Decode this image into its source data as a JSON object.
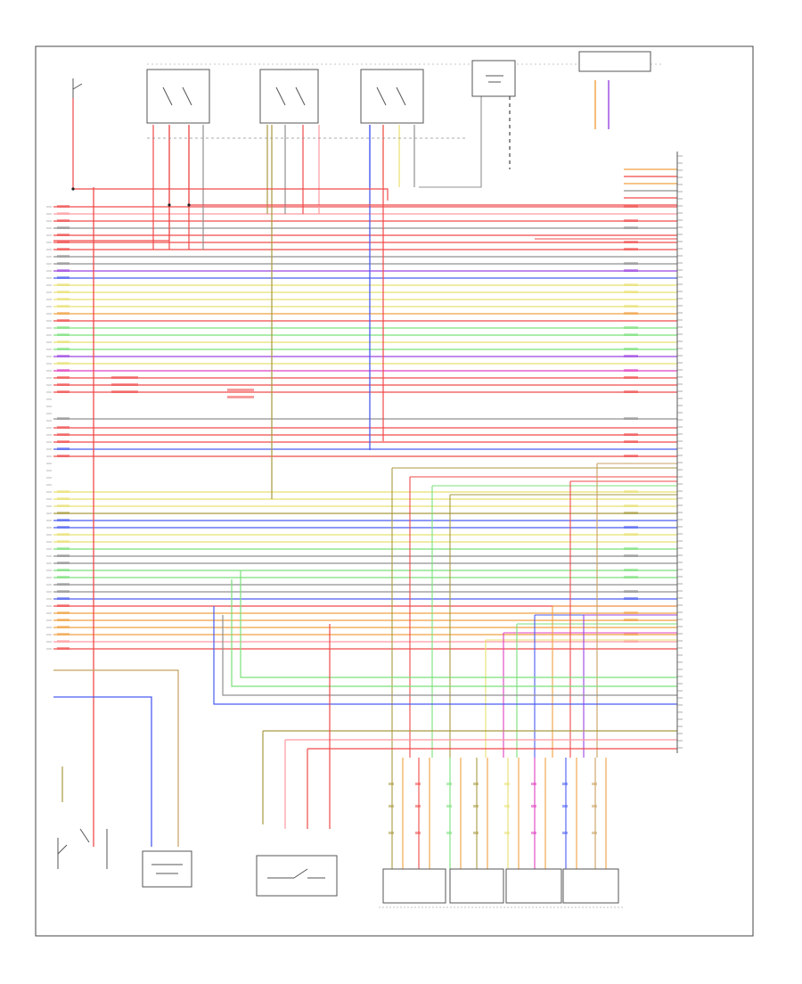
{
  "page_number": "",
  "colors": {
    "border": "#444444",
    "red": "#f04a4a",
    "pink": "#ff9aa0",
    "blue": "#4a5cf0",
    "purple": "#9a44e0",
    "yellow": "#e8e070",
    "green": "#7ae07a",
    "gray": "#909090",
    "orange": "#f0a040",
    "olive": "#a89a40",
    "tan": "#c8a060",
    "magenta": "#e040c0",
    "violet": "#b080f0",
    "black": "#333333"
  },
  "components": [
    {
      "id": "ignition-switch",
      "label": ""
    },
    {
      "id": "relay-1",
      "label": ""
    },
    {
      "id": "relay-2",
      "label": ""
    },
    {
      "id": "relay-3",
      "label": ""
    },
    {
      "id": "module-top",
      "label": ""
    },
    {
      "id": "connector-top-right",
      "label": ""
    },
    {
      "id": "ecm",
      "label": ""
    },
    {
      "id": "sensor-bottom-1",
      "label": ""
    },
    {
      "id": "sensor-bottom-2",
      "label": ""
    },
    {
      "id": "sensor-bottom-3",
      "label": ""
    },
    {
      "id": "injector-group",
      "label": ""
    }
  ]
}
